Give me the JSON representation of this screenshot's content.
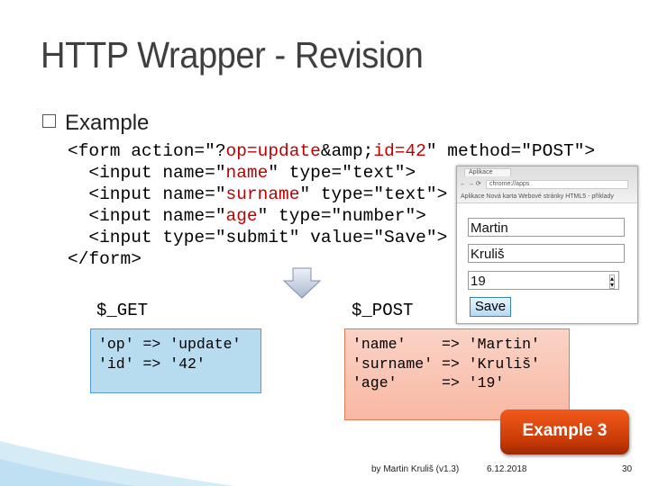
{
  "title": "HTTP Wrapper - Revision",
  "bullet": "Example",
  "code": {
    "l1a": "<form action=\"?",
    "l1b": "op=update",
    "l1c": "&amp;",
    "l1d": "id=42",
    "l1e": "\" method=\"POST\">",
    "l2a": "  <input name=\"",
    "l2b": "name",
    "l2c": "\" type=\"text\">",
    "l3a": "  <input name=\"",
    "l3b": "surname",
    "l3c": "\" type=\"text\">",
    "l4a": "  <input name=\"",
    "l4b": "age",
    "l4c": "\" type=\"number\">",
    "l5": "  <input type=\"submit\" value=\"Save\">",
    "l6": "</form>"
  },
  "browser": {
    "tab": "Aplikace",
    "url": "chrome://apps",
    "bookmarks": "Aplikace   Nová karta   Webové stránky   HTML5 - příklady",
    "name": "Martin",
    "surname": "Kruliš",
    "age": "19",
    "submit": "Save"
  },
  "get": {
    "label": "$_GET",
    "lines": "'op' => 'update'\n'id' => '42'"
  },
  "post": {
    "label": "$_POST",
    "lines": "'name'    => 'Martin'\n'surname' => 'Kruliš'\n'age'     => '19'"
  },
  "button": "Example 3",
  "footer": {
    "author": "by Martin Kruliš (v1.3)",
    "date": "6.12.2018",
    "page": "30"
  },
  "colors": {
    "highlight": "#c00000",
    "get_box": "#b7dcef",
    "post_box": "#f8b8a3",
    "button": "#e04a10"
  }
}
